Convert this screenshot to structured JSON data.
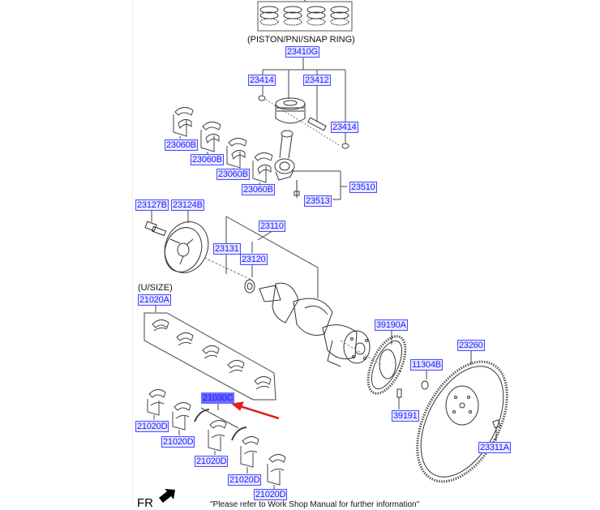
{
  "diagram": {
    "ring_set_caption": "(PISTON/PNI/SNAP RING)",
    "undersize_caption": "(U/SIZE)",
    "direction_label": "FR",
    "footer_note": "\"Please refer to Work Shop Manual for further information\"",
    "highlight_color": "#6b6bff",
    "label_color": "#1a1aff",
    "pointer_arrow_color": "#e02020",
    "selected_part": "21030C",
    "labels": {
      "p23410G": "23410G",
      "p23414a": "23414",
      "p23412": "23412",
      "p23414b": "23414",
      "p23060B_1": "23060B",
      "p23060B_2": "23060B",
      "p23060B_3": "23060B",
      "p23060B_4": "23060B",
      "p23510": "23510",
      "p23513": "23513",
      "p23127B": "23127B",
      "p23124B": "23124B",
      "p23110": "23110",
      "p23131": "23131",
      "p23120": "23120",
      "p21020A": "21020A",
      "p21030C": "21030C",
      "p39190A": "39190A",
      "p23260": "23260",
      "p11304B": "11304B",
      "p39191": "39191",
      "p23311A": "23311A",
      "p21020D_1": "21020D",
      "p21020D_2": "21020D",
      "p21020D_3": "21020D",
      "p21020D_4": "21020D",
      "p21020D_5": "21020D"
    }
  }
}
